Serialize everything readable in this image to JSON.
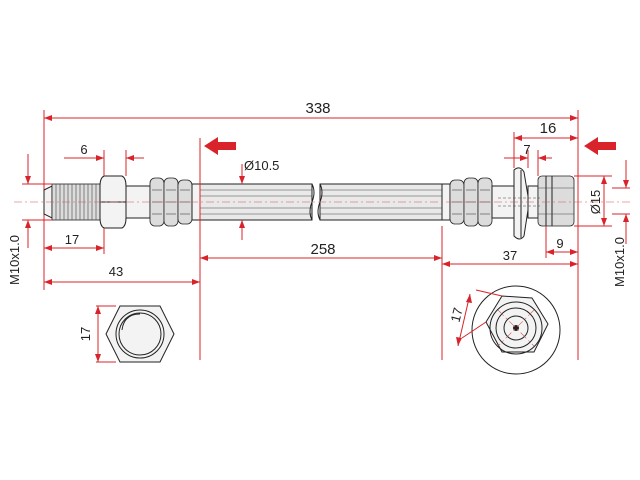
{
  "dimensions": {
    "total_length": "338",
    "left_wrench_flat_width": "6",
    "left_thread_length": "17",
    "left_fitting_length": "43",
    "hose_diameter": "Ø10.5",
    "hose_length": "258",
    "right_fitting_length": "37",
    "right_overall": "16",
    "right_collar_width": "7",
    "right_tip_length": "9",
    "right_diameter": "Ø15",
    "left_thread_spec": "M10x1.0",
    "right_thread_spec": "M10x1.0",
    "left_hex_size": "17",
    "right_hex_size": "17"
  },
  "colors": {
    "dimension_lines": "#d9232a",
    "arrows": "#d9232a",
    "outline": "#222222"
  },
  "icons": {
    "left_arrow": "arrow-left-icon",
    "right_arrow": "arrow-left-icon"
  }
}
